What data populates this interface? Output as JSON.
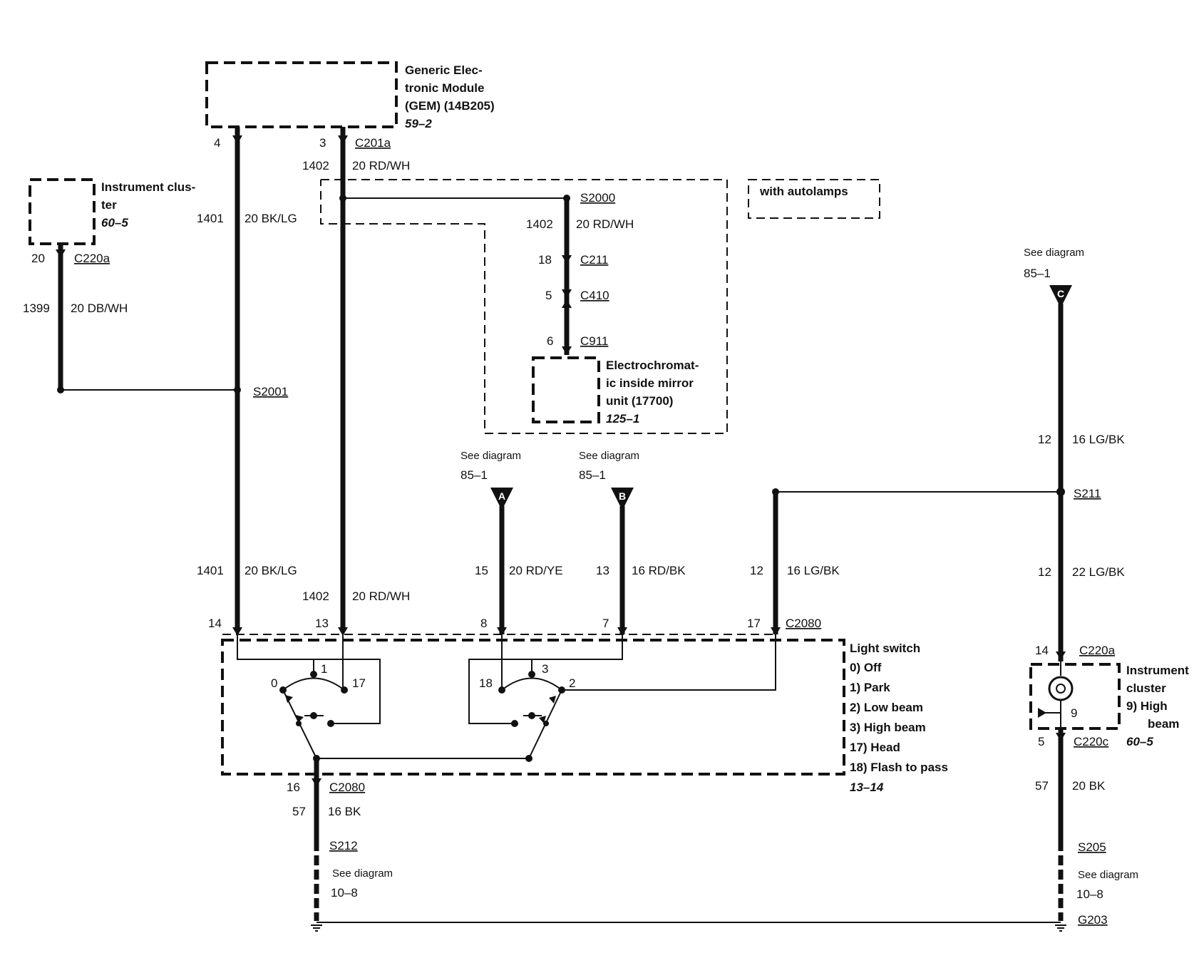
{
  "modules": {
    "gem": {
      "line1": "Generic Elec-",
      "line2": "tronic Module",
      "line3": "(GEM) (14B205)",
      "ref": "59–2"
    },
    "cluster_left": {
      "line1": "Instrument clus-",
      "line2": "ter",
      "ref": "60–5"
    },
    "autolamps": {
      "label": "with autolamps"
    },
    "mirror": {
      "line1": "Electrochromat-",
      "line2": "ic inside mirror",
      "line3": "unit (17700)",
      "ref": "125–1"
    },
    "light_switch": {
      "title": "Light switch",
      "positions": [
        "0)  Off",
        "1)  Park",
        "2)  Low beam",
        "3)  High beam",
        "17) Head",
        "18) Flash to pass"
      ],
      "ref": "13–14"
    },
    "cluster_right": {
      "line1": "Instrument",
      "line2": "cluster",
      "line3": "9)  High",
      "line4": "beam",
      "ref": "60–5"
    }
  },
  "connectors": {
    "c201a": "C201a",
    "c220a_left": "C220a",
    "s2001": "S2001",
    "s2000": "S2000",
    "c211": "C211",
    "c410": "C410",
    "c911": "C911",
    "s211": "S211",
    "c2080_top": "C2080",
    "c2080_bottom": "C2080",
    "c220a_right": "C220a",
    "c220c": "C220c",
    "s212": "S212",
    "s205": "S205",
    "g203": "G203"
  },
  "pins": {
    "gem_4": "4",
    "gem_3": "3",
    "cl_20": "20",
    "c211_18": "18",
    "c410_5": "5",
    "c911_6": "6",
    "sw_14": "14",
    "sw_13": "13",
    "sw_8": "8",
    "sw_7": "7",
    "sw_17": "17",
    "sw_16": "16",
    "cr_14": "14",
    "cr_5": "5",
    "right_12a": "12",
    "right_12b": "12",
    "mid_15": "15",
    "mid_13": "13",
    "mid_12": "12",
    "cr_9": "9",
    "sw_c0": "0",
    "sw_c1": "1",
    "sw_c17": "17",
    "sw_c18": "18",
    "sw_c3": "3",
    "sw_c2": "2"
  },
  "circuits": {
    "w1402_top": {
      "num": "1402",
      "label": "20 RD/WH"
    },
    "w1401_top": {
      "num": "1401",
      "label": "20 BK/LG"
    },
    "w1399": {
      "num": "1399",
      "label": "20 DB/WH"
    },
    "w1402_mirror": {
      "num": "1402",
      "label": "20 RD/WH"
    },
    "w1401_bot": {
      "num": "1401",
      "label": "20 BK/LG"
    },
    "w1402_bot": {
      "num": "1402",
      "label": "20 RD/WH"
    },
    "w15": {
      "label": "20 RD/YE"
    },
    "w13": {
      "label": "16 RD/BK"
    },
    "w12_mid": {
      "label": "16 LG/BK"
    },
    "w12_right_top": {
      "label": "16 LG/BK"
    },
    "w12_right_bot": {
      "label": "22 LG/BK"
    },
    "w57_left": {
      "num": "57",
      "label": "16 BK"
    },
    "w57_right": {
      "num": "57",
      "label": "20 BK"
    }
  },
  "references": {
    "see_a": {
      "text": "See diagram",
      "ref": "85–1",
      "tag": "A"
    },
    "see_b": {
      "text": "See diagram",
      "ref": "85–1",
      "tag": "B"
    },
    "see_c": {
      "text": "See diagram",
      "ref": "85–1",
      "tag": "C"
    },
    "see_s212": {
      "text": "See diagram",
      "ref": "10–8"
    },
    "see_s205": {
      "text": "See diagram",
      "ref": "10–8"
    }
  }
}
